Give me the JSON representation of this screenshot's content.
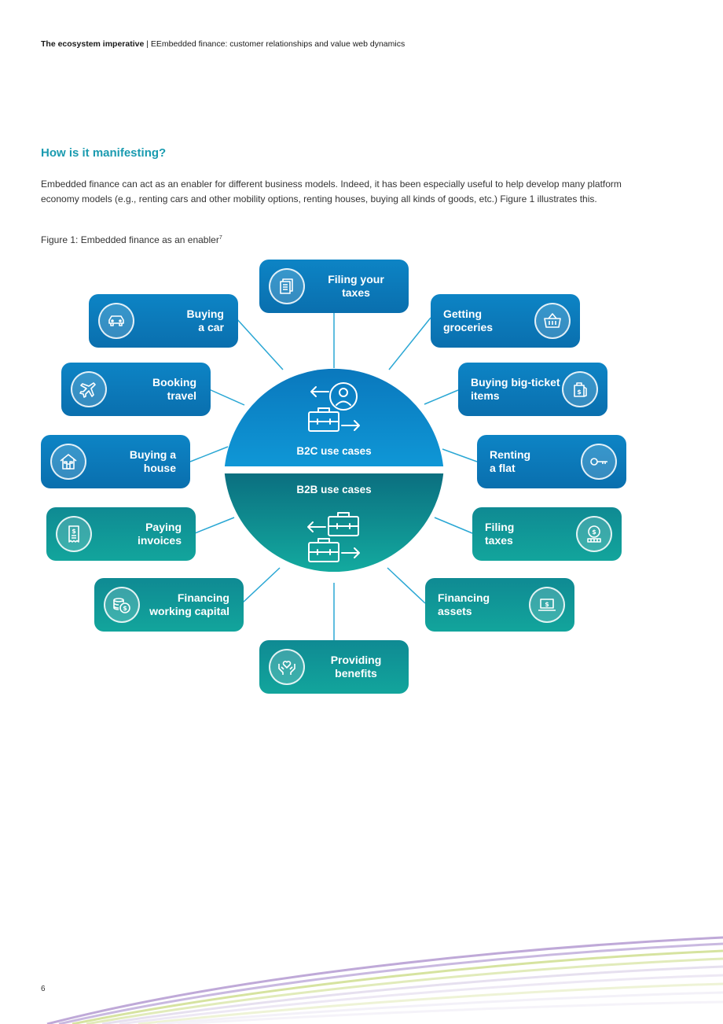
{
  "header": {
    "section": "The ecosystem imperative",
    "separator": " | ",
    "title": "EEmbedded finance: customer relationships and value web dynamics"
  },
  "section_title": "How is it manifesting?",
  "intro_text": "Embedded finance can act as an enabler for different business models. Indeed, it has been especially useful to help develop many platform economy models (e.g., renting cars and other mobility options, renting houses, buying all kinds of goods, etc.) Figure 1 illustrates this.",
  "figure": {
    "caption": "Figure 1: Embedded finance as an enabler",
    "footnote_ref": "7",
    "hub_b2c": "B2C use cases",
    "hub_b2b": "B2B use cases",
    "cards": {
      "filing_your_taxes": {
        "line1": "Filing your",
        "line2": "taxes",
        "icon": "documents-icon"
      },
      "buying_car": {
        "line1": "Buying",
        "line2": "a car",
        "icon": "car-icon"
      },
      "getting_groceries": {
        "line1": "Getting",
        "line2": "groceries",
        "icon": "basket-icon"
      },
      "booking_travel": {
        "line1": "Booking",
        "line2": "travel",
        "icon": "airplane-icon"
      },
      "big_ticket": {
        "line1": "Buying big-ticket",
        "line2": "items",
        "icon": "shopping-bag-icon"
      },
      "buying_house": {
        "line1": "Buying a",
        "line2": "house",
        "icon": "house-icon"
      },
      "renting_flat": {
        "line1": "Renting",
        "line2": "a flat",
        "icon": "key-icon"
      },
      "paying_invoices": {
        "line1": "Paying",
        "line2": "invoices",
        "icon": "invoice-icon"
      },
      "filing_taxes": {
        "line1": "Filing",
        "line2": "taxes",
        "icon": "coins-icon"
      },
      "working_capital": {
        "line1": "Financing",
        "line2": "working capital",
        "icon": "money-stack-icon"
      },
      "financing_assets": {
        "line1": "Financing",
        "line2": "assets",
        "icon": "laptop-dollar-icon"
      },
      "providing_benefits": {
        "line1": "Providing",
        "line2": "benefits",
        "icon": "hands-heart-icon"
      }
    }
  },
  "page_number": "6",
  "colors": {
    "b2c_blue": "#0a7fc2",
    "b2b_teal": "#0f8f97",
    "title_accent": "#1a9bb0",
    "connector": "#1ea2cf"
  }
}
